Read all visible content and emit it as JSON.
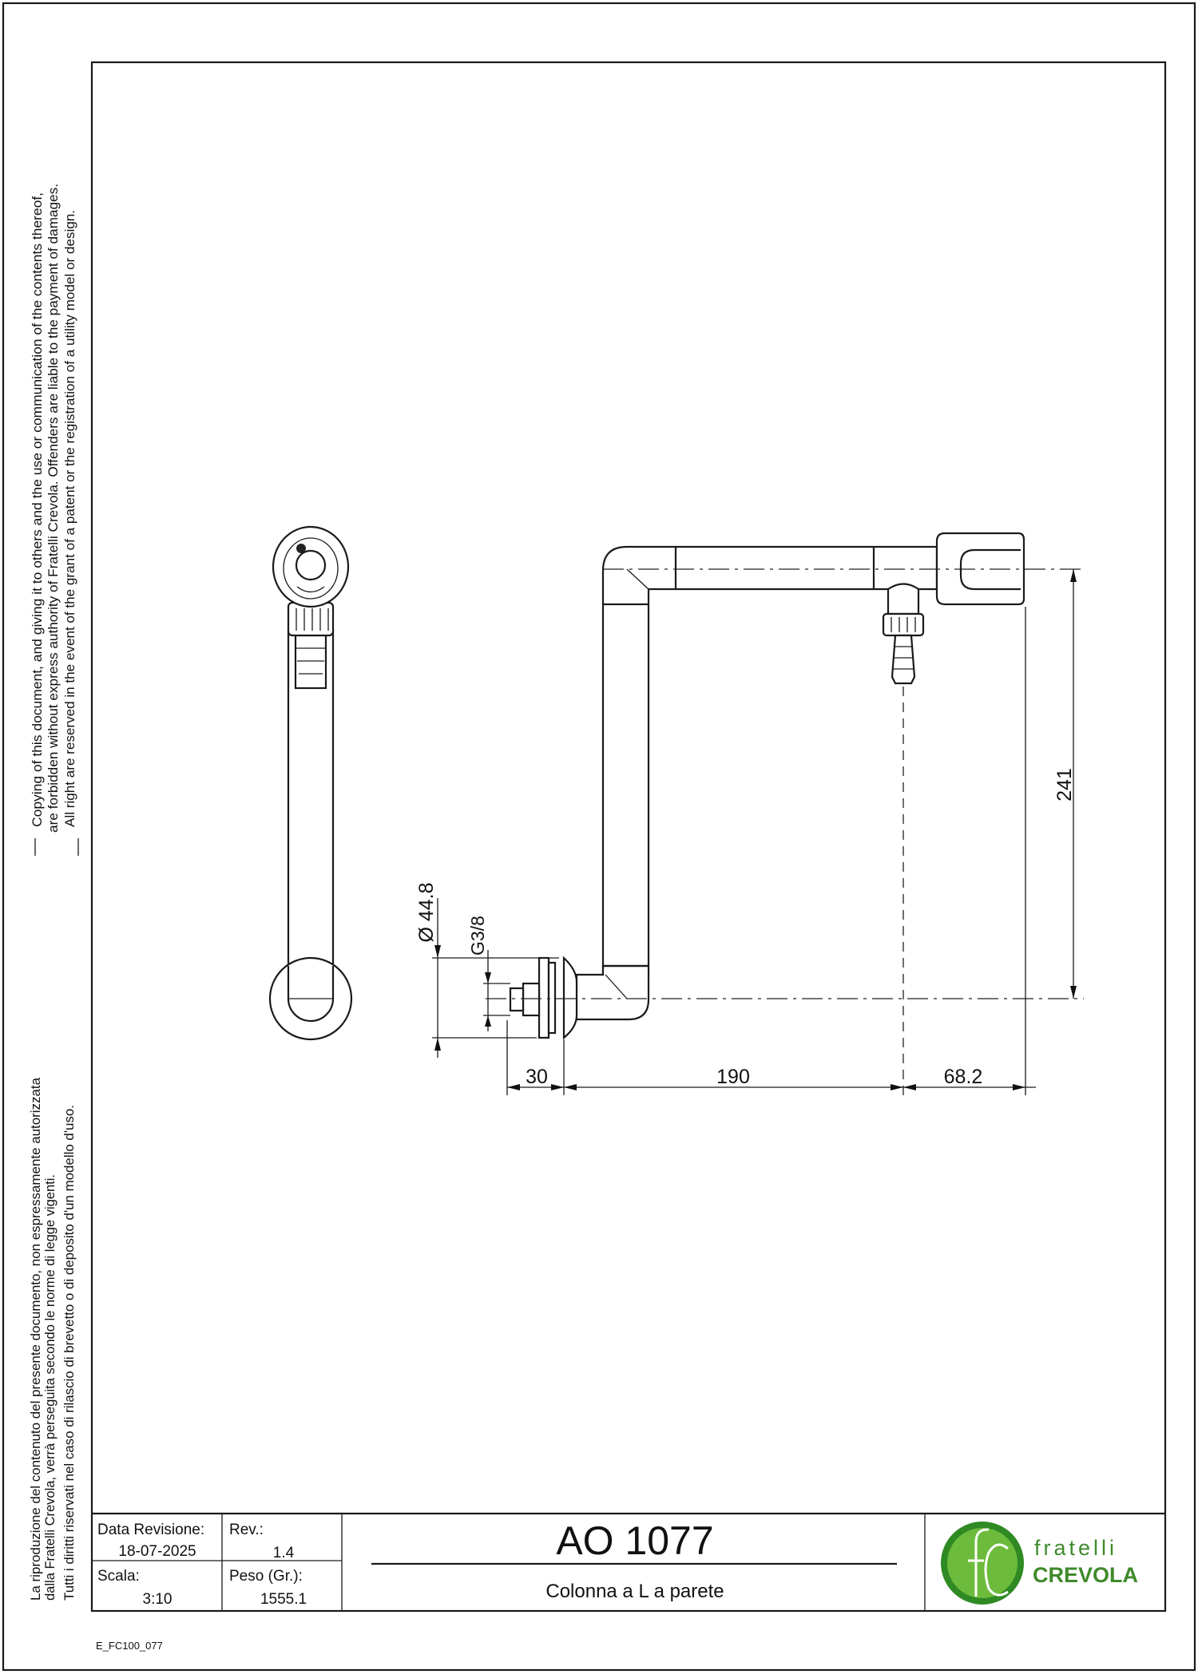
{
  "legal_notice_en": [
    "Copying of this document, and giving it to others and the use or communication of the contents thereof,",
    "are forbidden without express authority of Fratelli Crevola. Offenders are liable to the payment of damages.",
    "All right are reserved in the event of the grant of a patent or the registration of a utility model or design."
  ],
  "legal_notice_it": [
    "La riproduzione del contenuto del presente documento, non espressamente autorizzata",
    "dalla Fratelli Crevola, verrà perseguita secondo le norme di legge vigenti.",
    "Tutti i diritti riservati nel caso di rilascio di brevetto o di deposito d'un modello d'uso."
  ],
  "dimensions": {
    "height": "241",
    "offset_wall": "30",
    "length": "190",
    "outlet": "68.2",
    "diameter": "Ø 44.8",
    "thread": "G3/8"
  },
  "title_block": {
    "date_label": "Data Revisione:",
    "date_value": "18-07-2025",
    "rev_label": "Rev.:",
    "rev_value": "1.4",
    "scale_label": "Scala:",
    "scale_value": "3:10",
    "weight_label": "Peso (Gr.):",
    "weight_value": "1555.1",
    "code": "AO 1077",
    "description": "Colonna a L a parete",
    "logo": {
      "mark": "fc",
      "line1": "fratelli",
      "line2": "CREVOLA",
      "color": "#3f9a2b"
    }
  },
  "footer_code": "E_FC100_077"
}
